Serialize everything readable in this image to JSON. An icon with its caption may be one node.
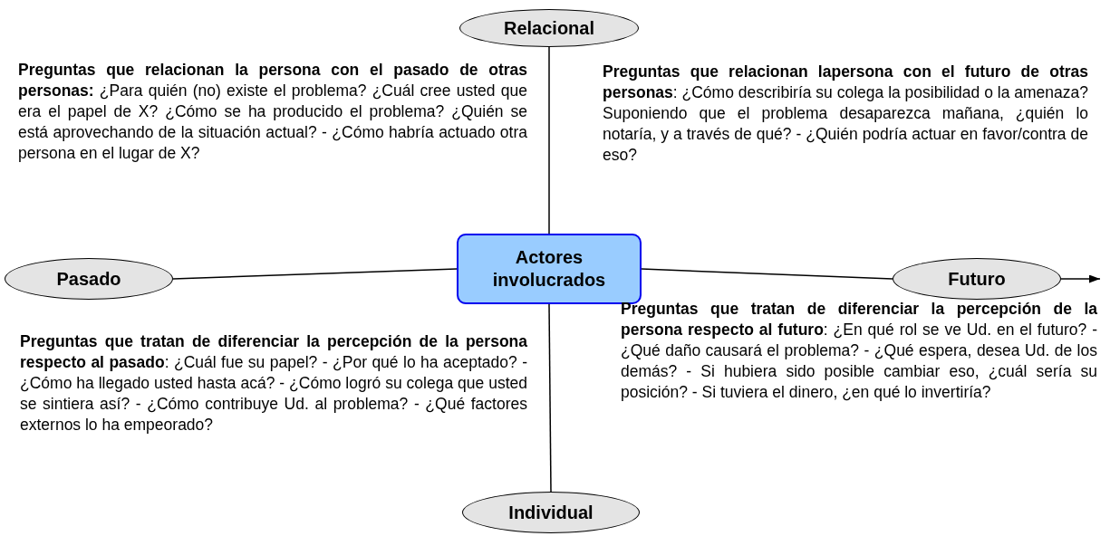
{
  "diagram": {
    "nodes": [
      {
        "text": [
          "Relacional"
        ]
      },
      {
        "text": [
          "Pasado"
        ]
      },
      {
        "text": [
          "Actores involucrados"
        ]
      },
      {
        "text": [
          "Futuro"
        ]
      },
      {
        "text": [
          "Individual"
        ]
      }
    ],
    "edges": [
      {
        "from": 0,
        "to": 2,
        "arrow": "none"
      },
      {
        "from": 1,
        "to": 2,
        "arrow": "none"
      },
      {
        "from": 2,
        "to": 3,
        "arrow": "none"
      },
      {
        "from": 3,
        "to": null,
        "arrow": "to"
      },
      {
        "from": 2,
        "to": 4,
        "arrow": "none"
      }
    ],
    "labels": [
      "**Preguntas que relacionan la persona con el pasado de otras personas:** ¿Para quién (no) existe el problema? ¿Cuál cree usted que era el papel de X? ¿Cómo se ha producido el problema? ¿Quién se está aprovechando de la situación actual? - ¿Cómo habría actuado otra persona en el lugar de X?",
      "**Preguntas que relacionan lapersona con el futuro de otras personas**: ¿Cómo describiría su colega la posibilidad o la amenaza? Suponiendo que el problema desaparezca mañana, ¿quién lo notaría, y a través de qué? - ¿Quién podría actuar en favor/contra de eso?",
      "**Preguntas que tratan de diferenciar la percepción de la persona respecto al pasado**: ¿Cuál fue su papel? - ¿Por qué lo ha aceptado? - ¿Cómo ha llegado usted hasta acá? - ¿Cómo logró su colega que usted se sintiera así? - ¿Cómo contribuye Ud. al problema? - ¿Qué factores externos lo ha empeorado?",
      "**Preguntas que tratan de diferenciar la percepción de la persona respecto al futuro**: ¿En qué rol se ve Ud. en el futuro? - ¿Qué daño causará el problema? - ¿Qué espera, desea Ud. de los demás? - Si hubiera sido posible cambiar eso,  ¿cuál sería su posición? - Si tuviera el dinero, ¿en qué lo invertiría?"
    ]
  }
}
